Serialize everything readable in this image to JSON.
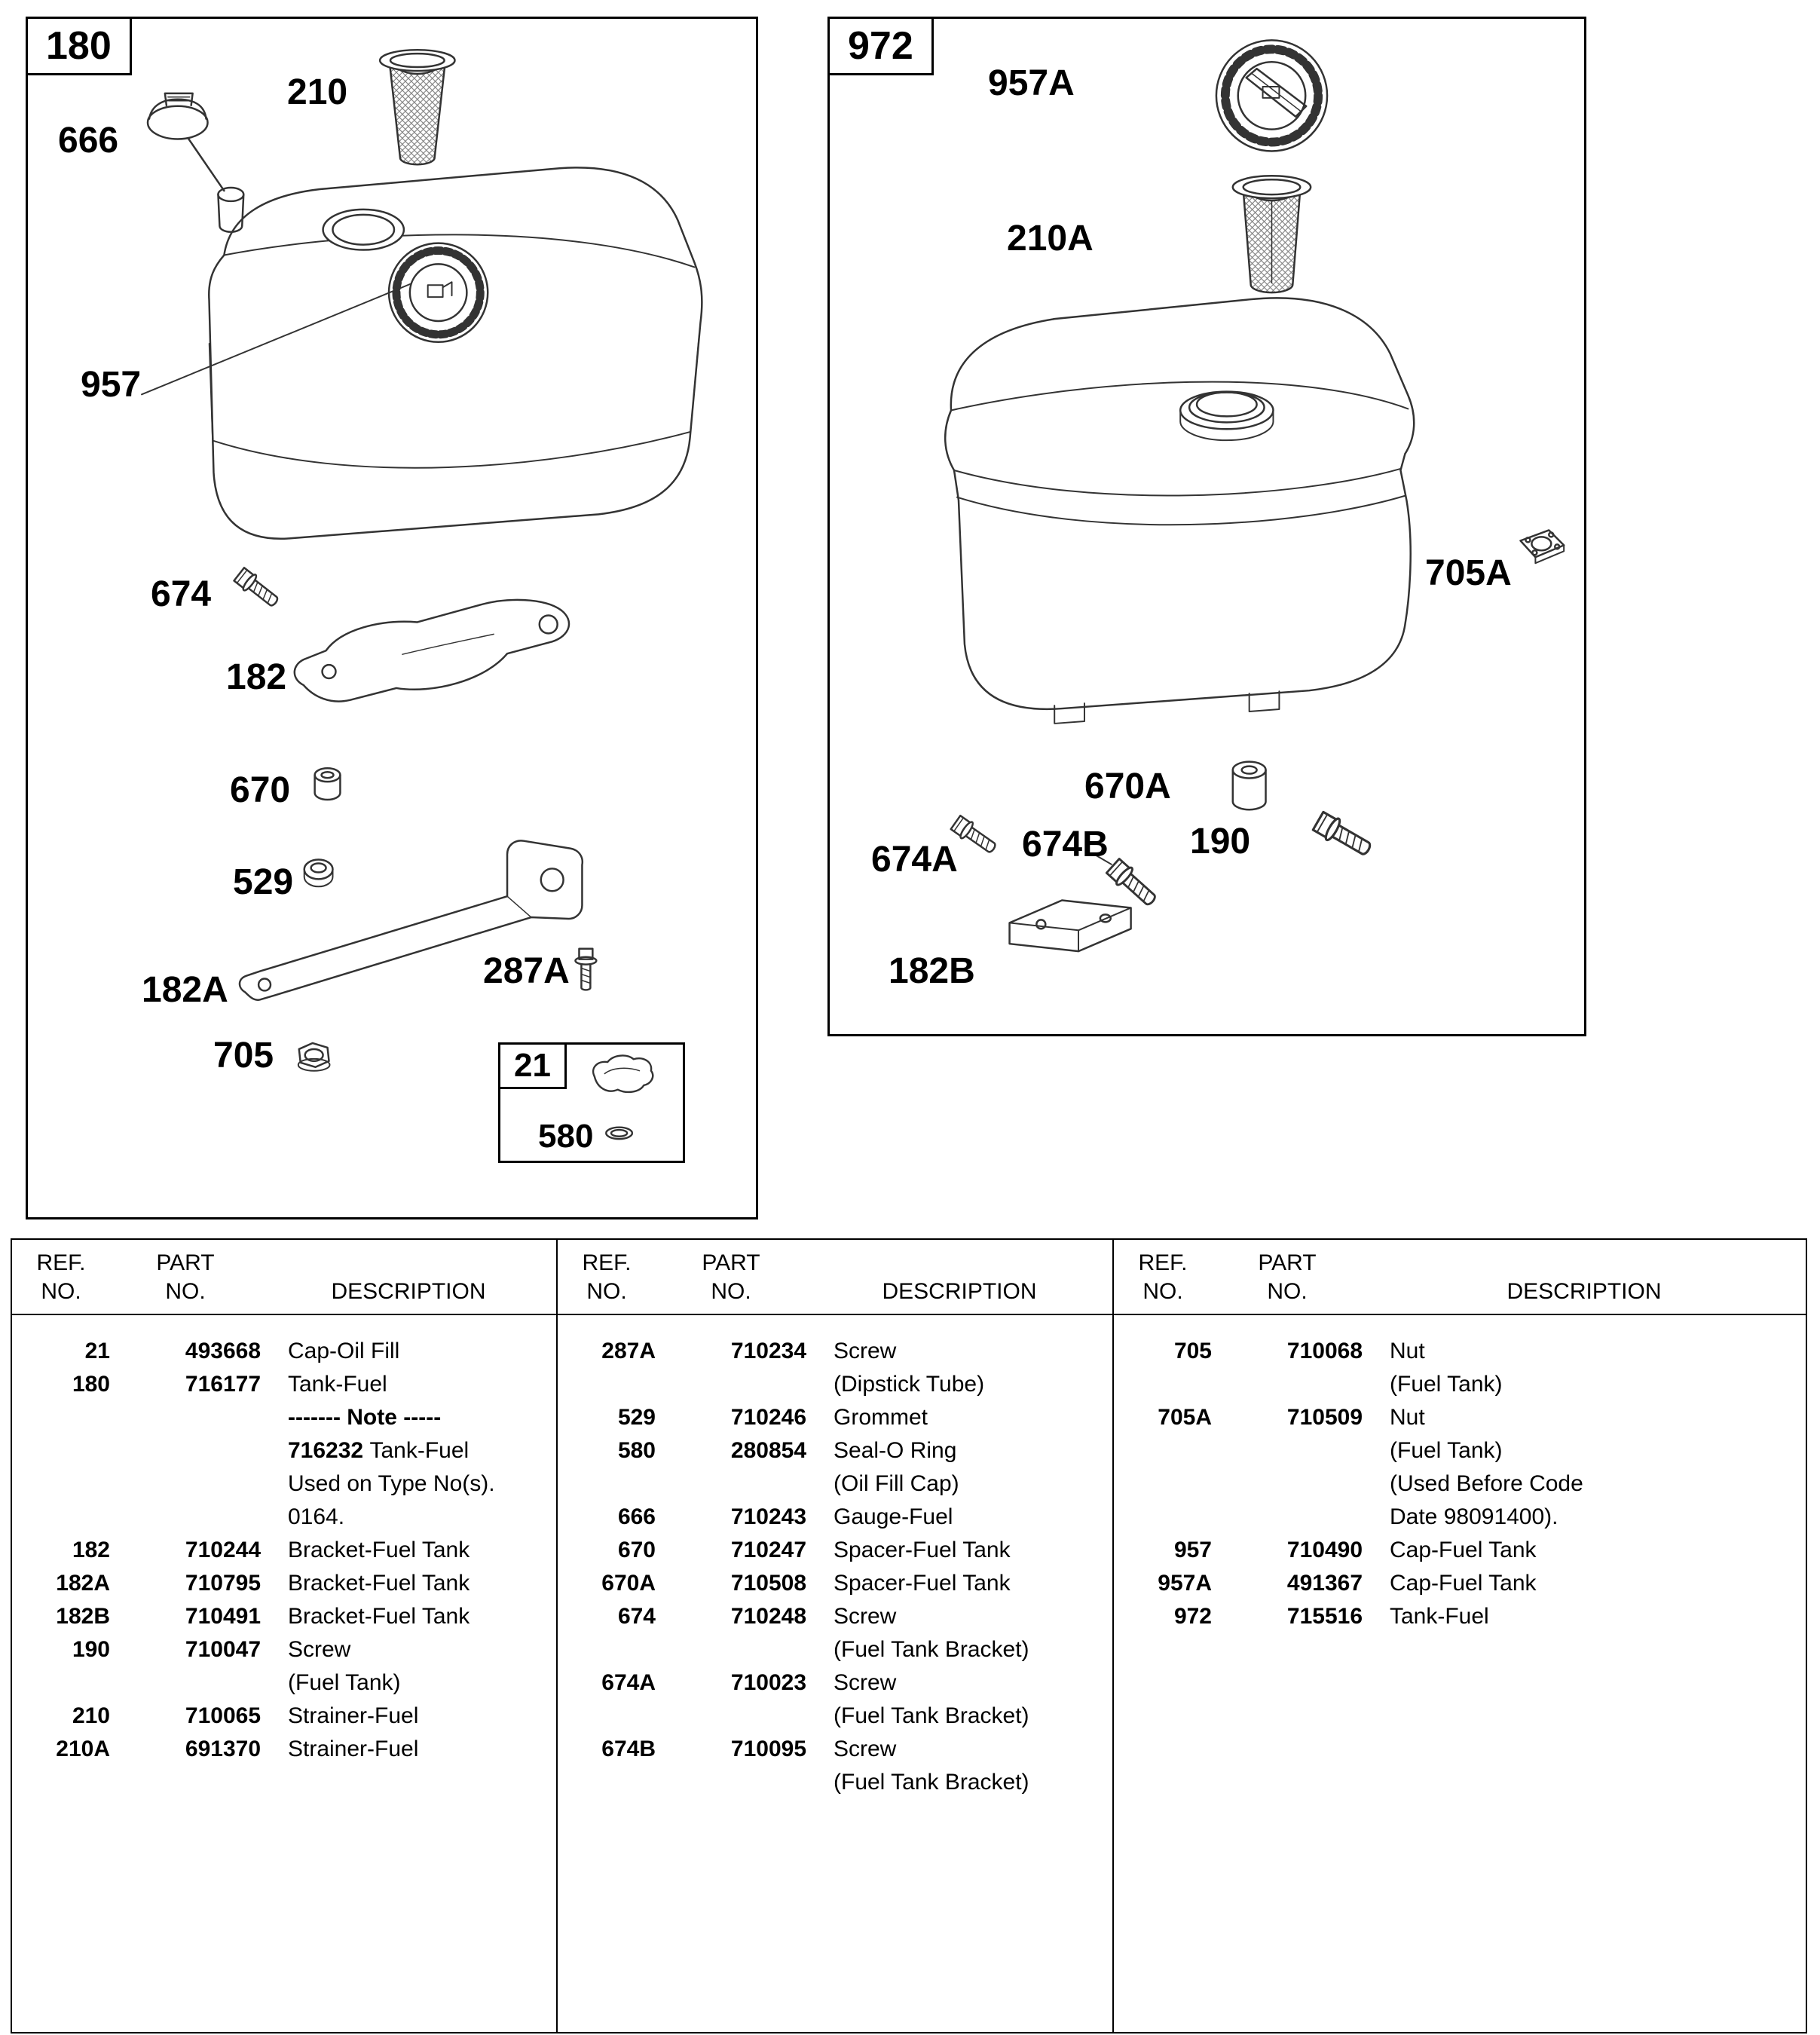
{
  "diagrams": {
    "left": {
      "box_label": "180",
      "inset_label": "21",
      "labels": {
        "l666": "666",
        "l210": "210",
        "l957": "957",
        "l674": "674",
        "l182": "182",
        "l670": "670",
        "l529": "529",
        "l182A": "182A",
        "l287A": "287A",
        "l705": "705",
        "l580": "580"
      }
    },
    "right": {
      "box_label": "972",
      "labels": {
        "l957A": "957A",
        "l210A": "210A",
        "l705A": "705A",
        "l670A": "670A",
        "l674A": "674A",
        "l674B": "674B",
        "l190": "190",
        "l182B": "182B"
      }
    }
  },
  "table": {
    "headers": {
      "ref1": "REF.",
      "ref2": "NO.",
      "part1": "PART",
      "part2": "NO.",
      "desc": "DESCRIPTION"
    },
    "columns": [
      {
        "rows": [
          {
            "ref": "21",
            "part": "493668",
            "desc": "Cap-Oil Fill"
          },
          {
            "ref": "180",
            "part": "716177",
            "desc": "Tank-Fuel"
          },
          {
            "cls": "note-row",
            "desc": "------- Note -----"
          },
          {
            "desc_bold": "716232 ",
            "desc": "Tank-Fuel"
          },
          {
            "desc": "Used on Type No(s)."
          },
          {
            "desc": "0164."
          },
          {
            "ref": "182",
            "part": "710244",
            "desc": "Bracket-Fuel Tank"
          },
          {
            "ref": "182A",
            "part": "710795",
            "desc": "Bracket-Fuel Tank"
          },
          {
            "ref": "182B",
            "part": "710491",
            "desc": "Bracket-Fuel Tank"
          },
          {
            "ref": "190",
            "part": "710047",
            "desc": "Screw"
          },
          {
            "desc": "(Fuel Tank)"
          },
          {
            "ref": "210",
            "part": "710065",
            "desc": "Strainer-Fuel"
          },
          {
            "ref": "210A",
            "part": "691370",
            "desc": "Strainer-Fuel"
          }
        ]
      },
      {
        "rows": [
          {
            "ref": "287A",
            "part": "710234",
            "desc": "Screw"
          },
          {
            "desc": "(Dipstick Tube)"
          },
          {
            "ref": "529",
            "part": "710246",
            "desc": "Grommet"
          },
          {
            "ref": "580",
            "part": "280854",
            "desc": "Seal-O Ring"
          },
          {
            "desc": "(Oil Fill Cap)"
          },
          {
            "ref": "666",
            "part": "710243",
            "desc": "Gauge-Fuel"
          },
          {
            "ref": "670",
            "part": "710247",
            "desc": "Spacer-Fuel Tank"
          },
          {
            "ref": "670A",
            "part": "710508",
            "desc": "Spacer-Fuel Tank"
          },
          {
            "ref": "674",
            "part": "710248",
            "desc": "Screw"
          },
          {
            "desc": "(Fuel Tank Bracket)"
          },
          {
            "ref": "674A",
            "part": "710023",
            "desc": "Screw"
          },
          {
            "desc": "(Fuel Tank Bracket)"
          },
          {
            "ref": "674B",
            "part": "710095",
            "desc": "Screw"
          },
          {
            "desc": "(Fuel Tank Bracket)"
          }
        ]
      },
      {
        "rows": [
          {
            "ref": "705",
            "part": "710068",
            "desc": "Nut"
          },
          {
            "desc": "(Fuel Tank)"
          },
          {
            "ref": "705A",
            "part": "710509",
            "desc": "Nut"
          },
          {
            "desc": "(Fuel Tank)"
          },
          {
            "desc": "(Used Before Code"
          },
          {
            "desc": "Date 98091400)."
          },
          {
            "ref": "957",
            "part": "710490",
            "desc": "Cap-Fuel Tank"
          },
          {
            "ref": "957A",
            "part": "491367",
            "desc": "Cap-Fuel Tank"
          },
          {
            "ref": "972",
            "part": "715516",
            "desc": "Tank-Fuel"
          }
        ]
      }
    ]
  }
}
